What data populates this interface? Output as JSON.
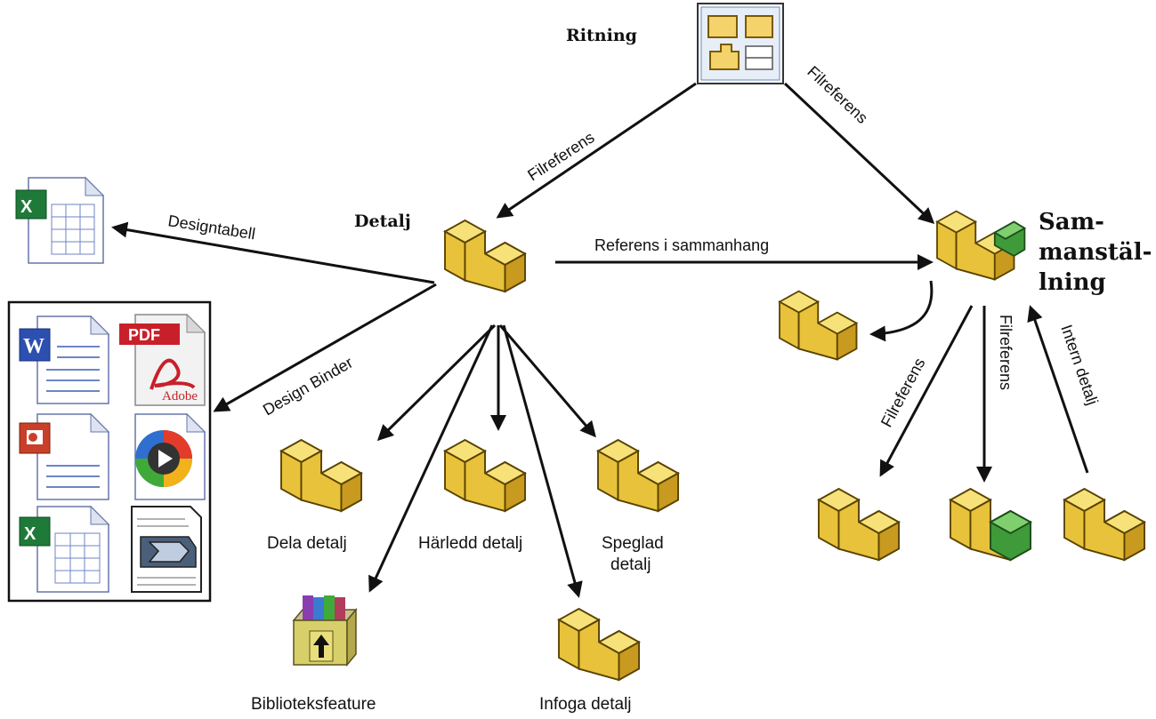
{
  "nodes": {
    "drawing": "Ritning",
    "part": "Detalj",
    "assembly_lines": [
      "Sam-",
      "manstäl-",
      "lning"
    ],
    "split_part": "Dela detalj",
    "derived_part": "Härledd detalj",
    "mirrored_part_lines": [
      "Speglad",
      "detalj"
    ],
    "library_feature": "Biblioteksfeature",
    "insert_part": "Infoga detalj"
  },
  "edges": {
    "file_ref_left": "Filreferens",
    "file_ref_right": "Filreferens",
    "design_table": "Designtabell",
    "context_ref": "Referens i sammanhang",
    "design_binder": "Design Binder",
    "file_ref_1": "Filreferens",
    "file_ref_2": "Filreferens",
    "internal_part": "Intern detalj"
  },
  "icon_text": {
    "pdf": "PDF",
    "adobe": "Adobe"
  },
  "colors": {
    "part_face_top": "#f7e27a",
    "part_face_front": "#e8c23a",
    "part_face_side": "#d2a524",
    "outline": "#5a4300",
    "assembly_green": "#3f9a3a",
    "excel_green": "#1f7a3a",
    "word_blue": "#2c4fb0",
    "pdf_red": "#c8202a",
    "ppt_red": "#c8402a"
  }
}
